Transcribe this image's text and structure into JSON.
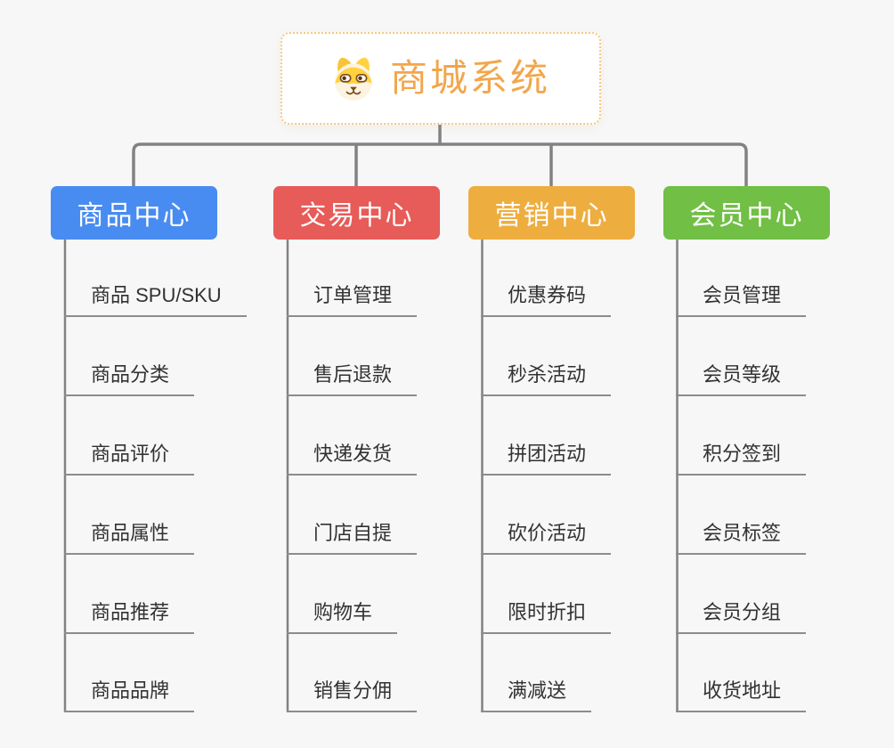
{
  "canvas": {
    "background": "#f7f7f8"
  },
  "connectors": {
    "color": "#828282"
  },
  "root": {
    "title": "商城系统",
    "icon": "dog-face-icon",
    "title_color": "#f2a64b",
    "border_color": "#f5c982"
  },
  "branches": [
    {
      "label": "商品中心",
      "color": "#498cf1",
      "children": [
        "商品 SPU/SKU",
        "商品分类",
        "商品评价",
        "商品属性",
        "商品推荐",
        "商品品牌"
      ]
    },
    {
      "label": "交易中心",
      "color": "#e75b58",
      "children": [
        "订单管理",
        "售后退款",
        "快递发货",
        "门店自提",
        "购物车",
        "销售分佣"
      ]
    },
    {
      "label": "营销中心",
      "color": "#eead3f",
      "children": [
        "优惠券码",
        "秒杀活动",
        "拼团活动",
        "砍价活动",
        "限时折扣",
        "满减送"
      ]
    },
    {
      "label": "会员中心",
      "color": "#71bf45",
      "children": [
        "会员管理",
        "会员等级",
        "积分签到",
        "会员标签",
        "会员分组",
        "收货地址"
      ]
    }
  ]
}
